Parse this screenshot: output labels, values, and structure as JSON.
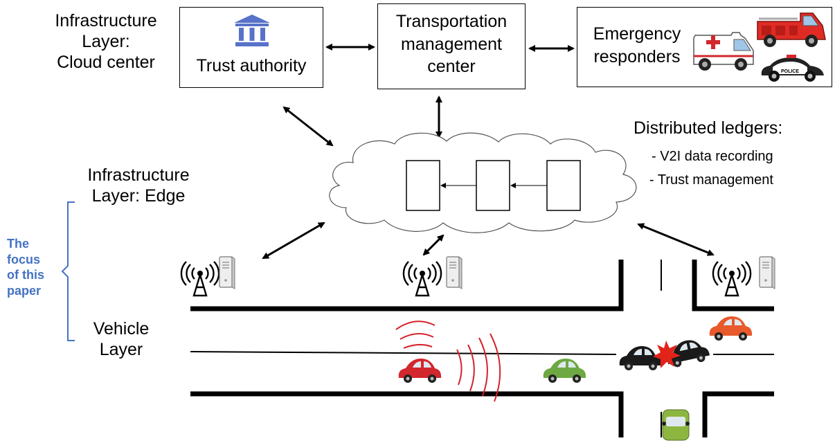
{
  "layers": {
    "cloud_title_line1": "Infrastructure",
    "cloud_title_line2": "Layer:",
    "cloud_title_line3": "Cloud center",
    "edge_title_line1": "Infrastructure",
    "edge_title_line2": "Layer: Edge",
    "vehicle_title_line1": "Vehicle",
    "vehicle_title_line2": "Layer"
  },
  "boxes": {
    "trust_authority": "Trust authority",
    "tmc_line1": "Transportation",
    "tmc_line2": "management",
    "tmc_line3": "center",
    "emergency_line1": "Emergency",
    "emergency_line2": "responders"
  },
  "ledgers": {
    "title": "Distributed ledgers:",
    "item1": "- V2I data recording",
    "item2": "- Trust management"
  },
  "focus": {
    "line1": "The",
    "line2": "focus",
    "line3": "of this",
    "line4": "paper",
    "color": "#4472c4"
  },
  "vehicle_badge": "POLICE",
  "icons": [
    "bank-icon",
    "ambulance-icon",
    "fire-truck-icon",
    "police-car-icon",
    "antenna-icon",
    "server-icon",
    "car-icon",
    "collision-icon"
  ]
}
